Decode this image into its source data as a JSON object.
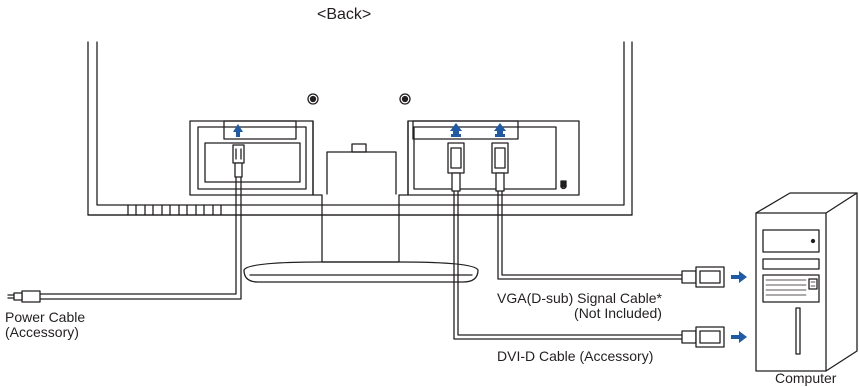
{
  "view_label": "<Back>",
  "labels": {
    "power_cable": [
      "Power Cable",
      "(Accessory)"
    ],
    "vga_cable": [
      "VGA(D-sub) Signal Cable*",
      "(Not Included)"
    ],
    "dvi_cable": "DVI-D Cable (Accessory)",
    "computer": "Computer"
  },
  "colors": {
    "line": "#231f20",
    "arrow": "#1f5aa6",
    "fill": "#ffffff"
  }
}
